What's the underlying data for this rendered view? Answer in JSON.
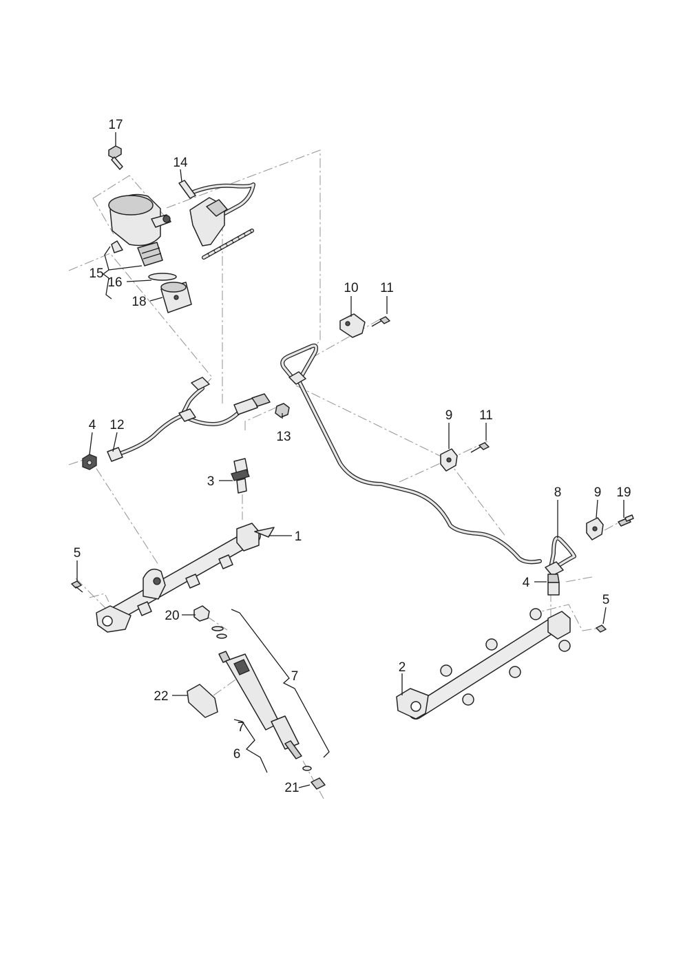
{
  "callouts": {
    "c1": "1",
    "c2": "2",
    "c3": "3",
    "c4a": "4",
    "c4b": "4",
    "c5a": "5",
    "c5b": "5",
    "c6": "6",
    "c7a": "7",
    "c7b": "7",
    "c8": "8",
    "c9a": "9",
    "c9b": "9",
    "c10": "10",
    "c11a": "11",
    "c11b": "11",
    "c12": "12",
    "c13": "13",
    "c14": "14",
    "c15": "15",
    "c16": "16",
    "c17": "17",
    "c18": "18",
    "c19": "19",
    "c20": "20",
    "c21": "21",
    "c22": "22"
  },
  "colors": {
    "line": "#1a1a1a",
    "dash": "#9a9a9a",
    "part_fill": "#e9e9e9",
    "background": "#ffffff"
  }
}
